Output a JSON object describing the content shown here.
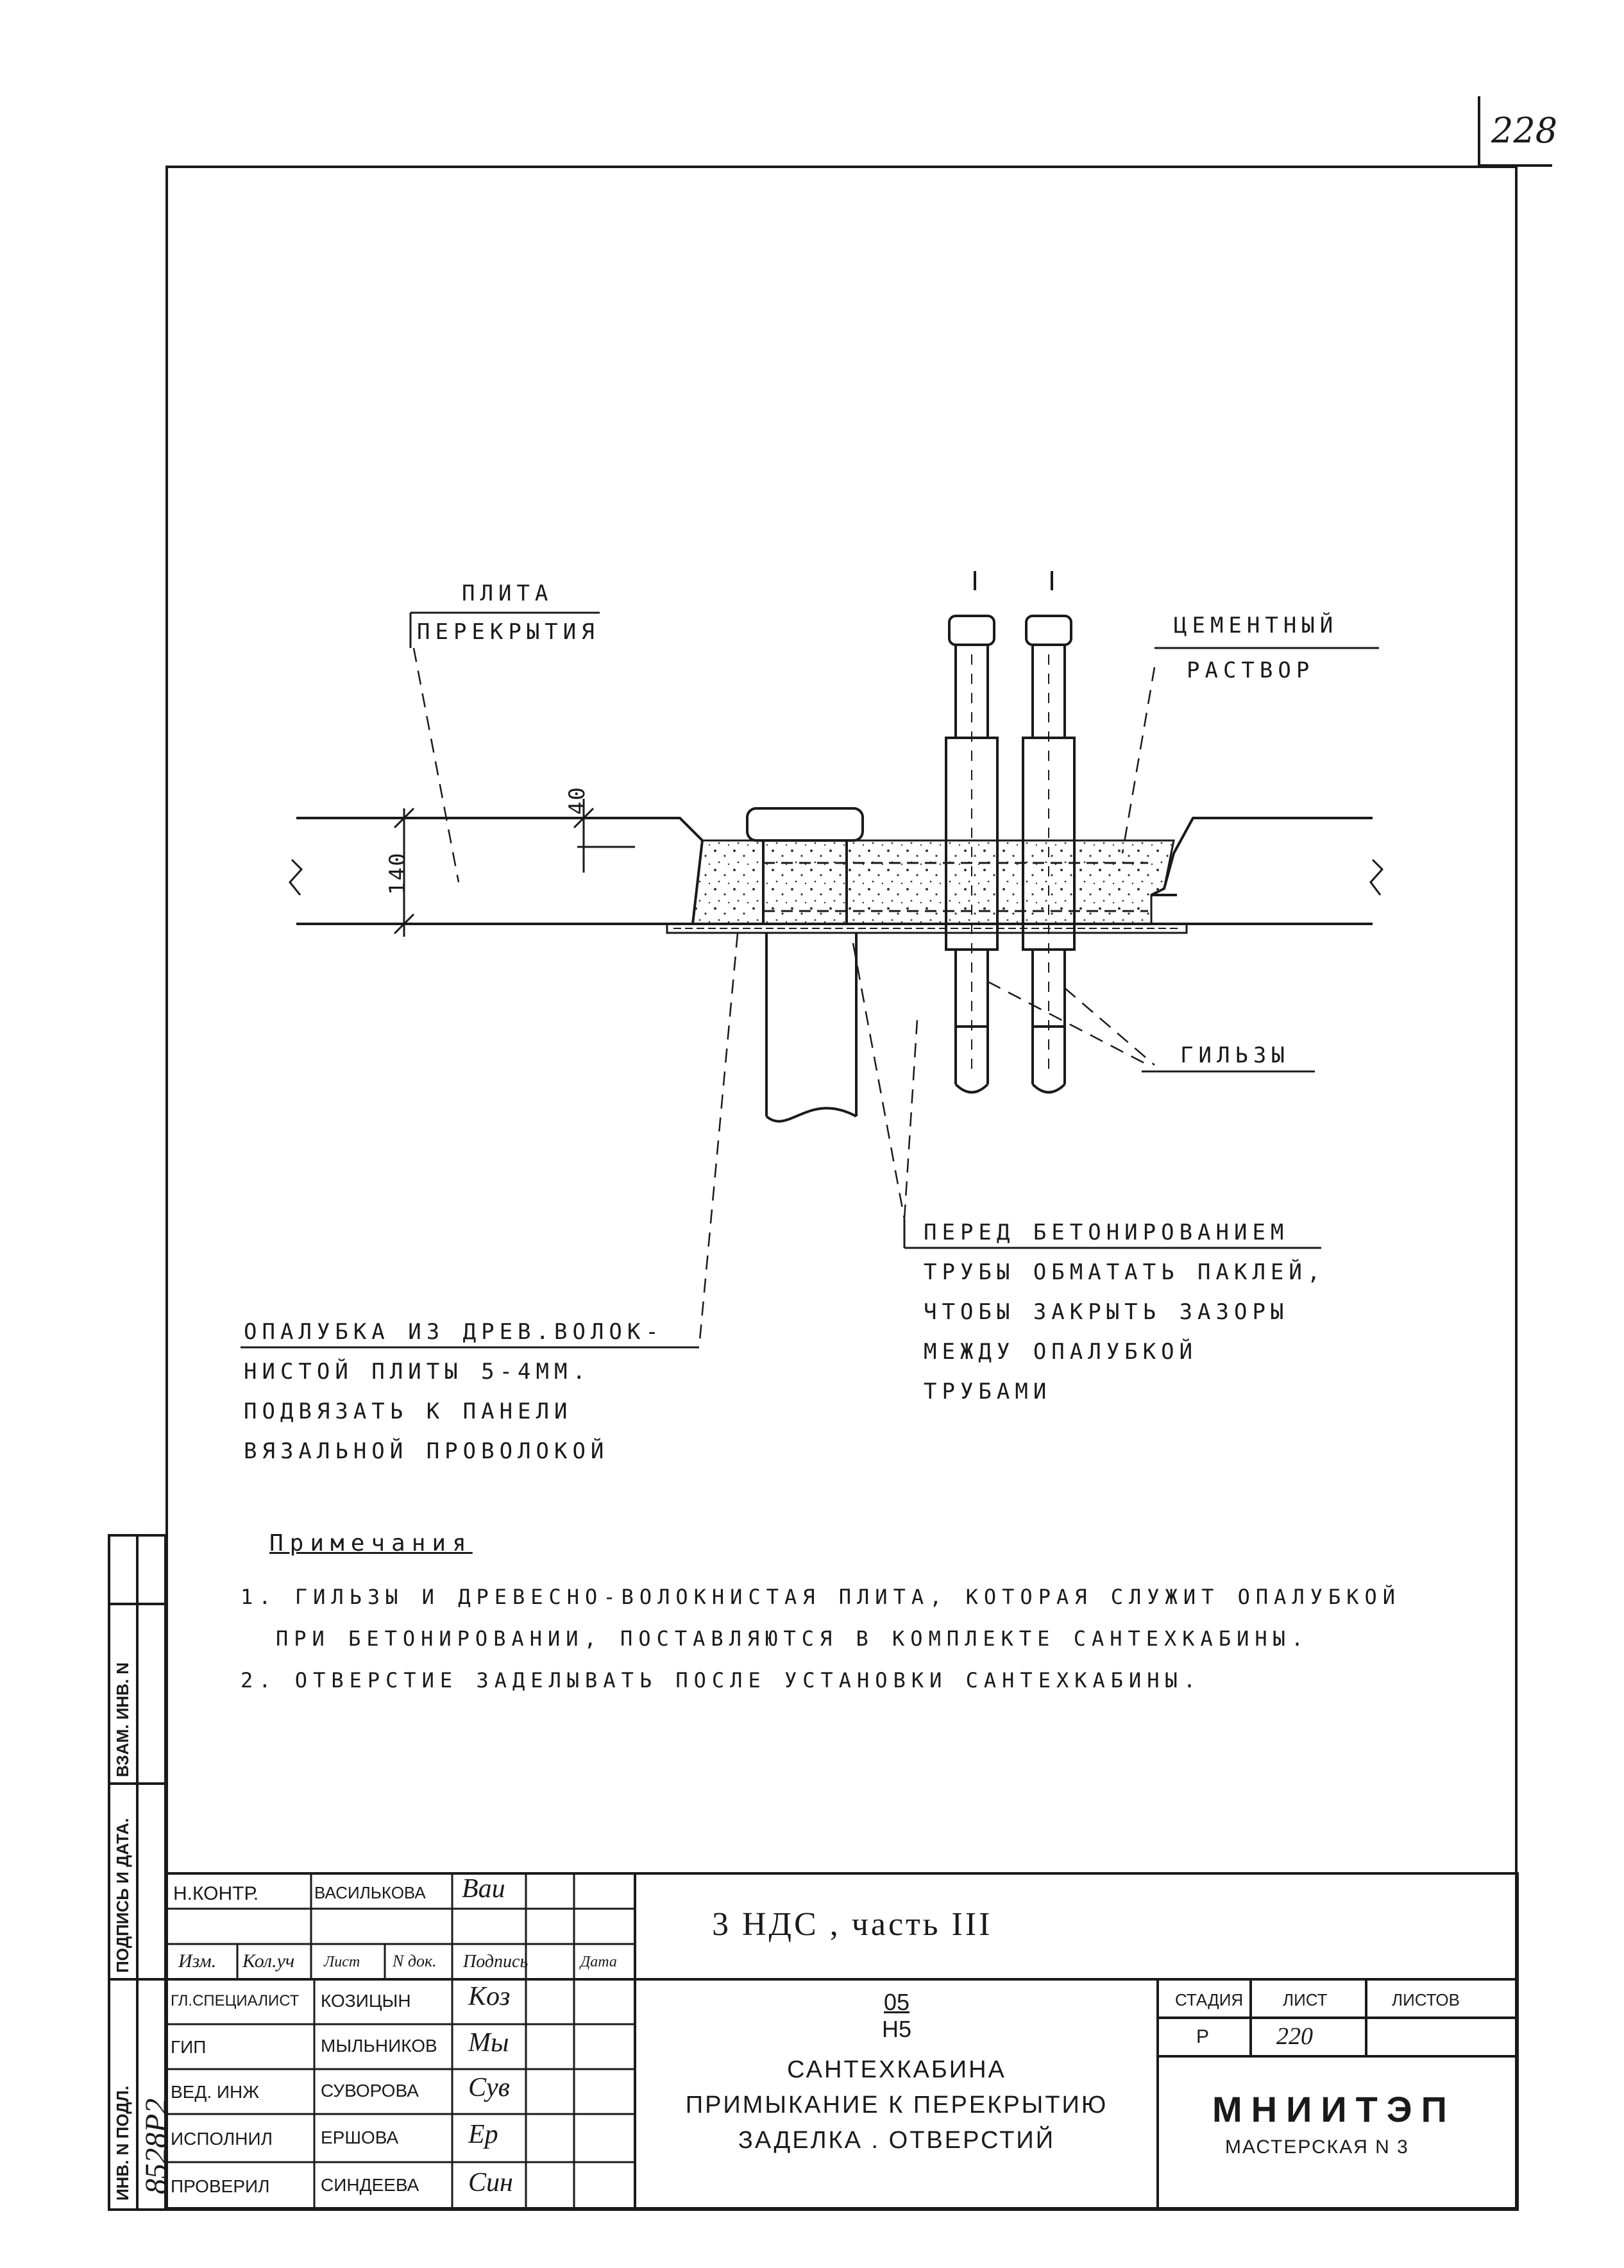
{
  "page_number": "228",
  "drawing": {
    "callout_plate_line1": "ПЛИТА",
    "callout_plate_line2": "ПЕРЕКРЫТИЯ",
    "callout_mortar_line1": "ЦЕМЕНТНЫЙ",
    "callout_mortar_line2": "РАСТВОР",
    "dimension_thickness": "140",
    "dimension_depth": "40",
    "callout_sleeves": "ГИЛЬЗЫ",
    "callout_formwork": [
      "ОПАЛУБКА ИЗ ДРЕВ.ВОЛОК-",
      "НИСТОЙ ПЛИТЫ 5-4ММ.",
      "ПОДВЯЗАТЬ К ПАНЕЛИ",
      "ВЯЗАЛЬНОЙ ПРОВОЛОКОЙ"
    ],
    "callout_wrap": [
      "ПЕРЕД БЕТОНИРОВАНИЕМ",
      "ТРУБЫ ОБМАТАТЬ ПАКЛЕЙ,",
      "ЧТОБЫ ЗАКРЫТЬ ЗАЗОРЫ",
      "МЕЖДУ ОПАЛУБКОЙ",
      "ТРУБАМИ"
    ]
  },
  "notes": {
    "heading": "Примечания",
    "items": [
      "1. ГИЛЬЗЫ И ДРЕВЕСНО-ВОЛОКНИСТАЯ ПЛИТА, КОТОРАЯ СЛУЖИТ ОПАЛУБКОЙ",
      "ПРИ БЕТОНИРОВАНИИ, ПОСТАВЛЯЮТСЯ В КОМПЛЕКТЕ САНТЕХКАБИНЫ.",
      "2. ОТВЕРСТИЕ ЗАДЕЛЫВАТЬ ПОСЛЕ УСТАНОВКИ САНТЕХКАБИНЫ."
    ]
  },
  "side_stamp": {
    "inv_podl": "ИНВ. N ПОДЛ.",
    "podpis_data": "ПОДПИСЬ И ДАТА.",
    "vzam_inv": "ВЗАМ. ИНВ. N",
    "inv_number_handwritten": "8528Р2"
  },
  "title_block": {
    "n_kontr_label": "Н.КОНТР.",
    "n_kontr_name": "ВАСИЛЬКОВА",
    "header_izm": "Изм.",
    "header_kol": "Кол.уч",
    "header_list": "Лист",
    "header_ndok": "N док.",
    "header_podpis": "Подпись",
    "header_data": "Дата",
    "rows": [
      {
        "role": "ГЛ.СПЕЦИАЛИСТ",
        "name": "КОЗИЦЫН"
      },
      {
        "role": "ГИП",
        "name": "МЫЛЬНИКОВ"
      },
      {
        "role": "ВЕД. ИНЖ",
        "name": "СУВОРОВА"
      },
      {
        "role": "ИСПОЛНИЛ",
        "name": "ЕРШОВА"
      },
      {
        "role": "ПРОВЕРИЛ",
        "name": "СИНДЕЕВА"
      }
    ],
    "doc_code": "3 НДС , часть III",
    "fraction_top": "05",
    "fraction_bottom": "Н5",
    "title_lines": [
      "САНТЕХКАБИНА",
      "ПРИМЫКАНИЕ К ПЕРЕКРЫТИЮ",
      "ЗАДЕЛКА . ОТВЕРСТИЙ"
    ],
    "stage_label": "СТАДИЯ",
    "sheet_label": "ЛИСТ",
    "sheets_label": "ЛИСТОВ",
    "stage_value": "Р",
    "sheet_value": "220",
    "sheets_value": "",
    "org_name": "МНИИТЭП",
    "org_sub": "МАСТЕРСКАЯ N 3"
  }
}
